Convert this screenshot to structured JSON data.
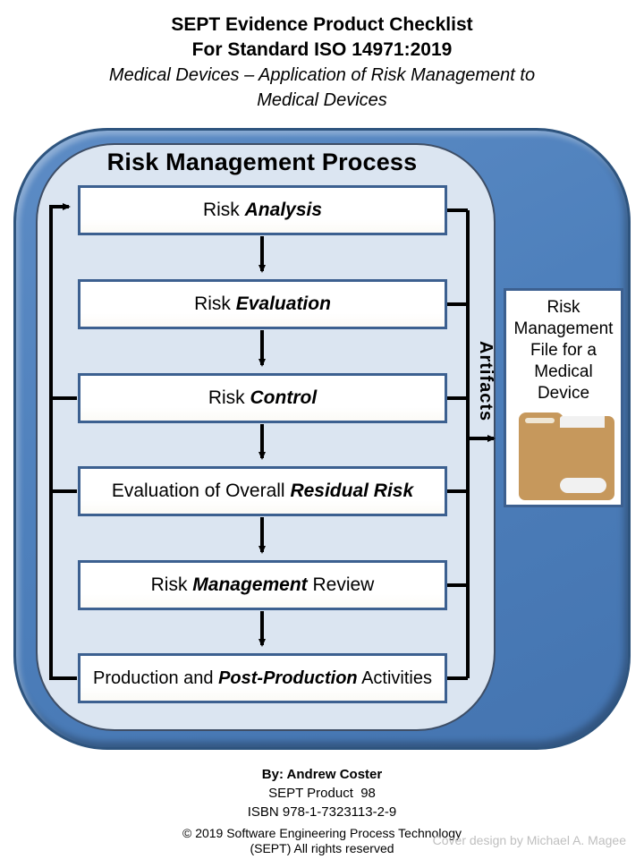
{
  "colors": {
    "outer_fill": "#4E80BC",
    "outer_border": "#2E547E",
    "inner_fill": "#DBE5F1",
    "inner_border": "#3E4E66",
    "box_border": "#3C6090",
    "box_fill": "#FFFFFF",
    "line": "#000000",
    "folder_tan": "#C6985C",
    "paper_gray": "#F1F1F1",
    "credit_gray": "#BFBFBF",
    "text": "#000000"
  },
  "header": {
    "title_line1": "SEPT Evidence Product Checklist",
    "title_line2": "For Standard ISO 14971:2019",
    "subtitle_line1": "Medical Devices – Application of Risk Management to",
    "subtitle_line2": "Medical Devices"
  },
  "diagram": {
    "title": "Risk Management Process",
    "boxes": [
      {
        "pre": "Risk ",
        "em": "Analysis",
        "post": ""
      },
      {
        "pre": "Risk ",
        "em": "Evaluation",
        "post": ""
      },
      {
        "pre": "Risk ",
        "em": "Control",
        "post": ""
      },
      {
        "pre": "Evaluation of Overall ",
        "em": "Residual Risk",
        "post": ""
      },
      {
        "pre": "Risk ",
        "em": "Management",
        "post": " Review"
      },
      {
        "pre": "Production and ",
        "em": "Post-Production",
        "post": " Activities"
      }
    ],
    "artifacts_label": "Artifacts",
    "file_box_label": "Risk\nManagement\nFile for a\nMedical\nDevice",
    "folder_icon": "folder-icon"
  },
  "footer": {
    "author": "By: Andrew Coster",
    "product": "SEPT Product  98",
    "isbn": "ISBN 978-1-7323113-2-9",
    "copyright_line1": "© 2019 Software Engineering Process Technology",
    "copyright_line2": "(SEPT) All rights reserved",
    "design_credit": "Cover design by Michael A. Magee"
  }
}
